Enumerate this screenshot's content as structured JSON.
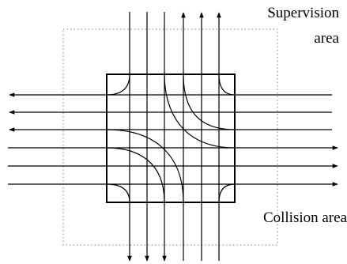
{
  "labels": {
    "supervision_line1": "Supervision",
    "supervision_line2": "area",
    "collision": "Collision area"
  },
  "colors": {
    "stroke": "#000000",
    "supervision_border": "#808080",
    "background": "#ffffff"
  }
}
